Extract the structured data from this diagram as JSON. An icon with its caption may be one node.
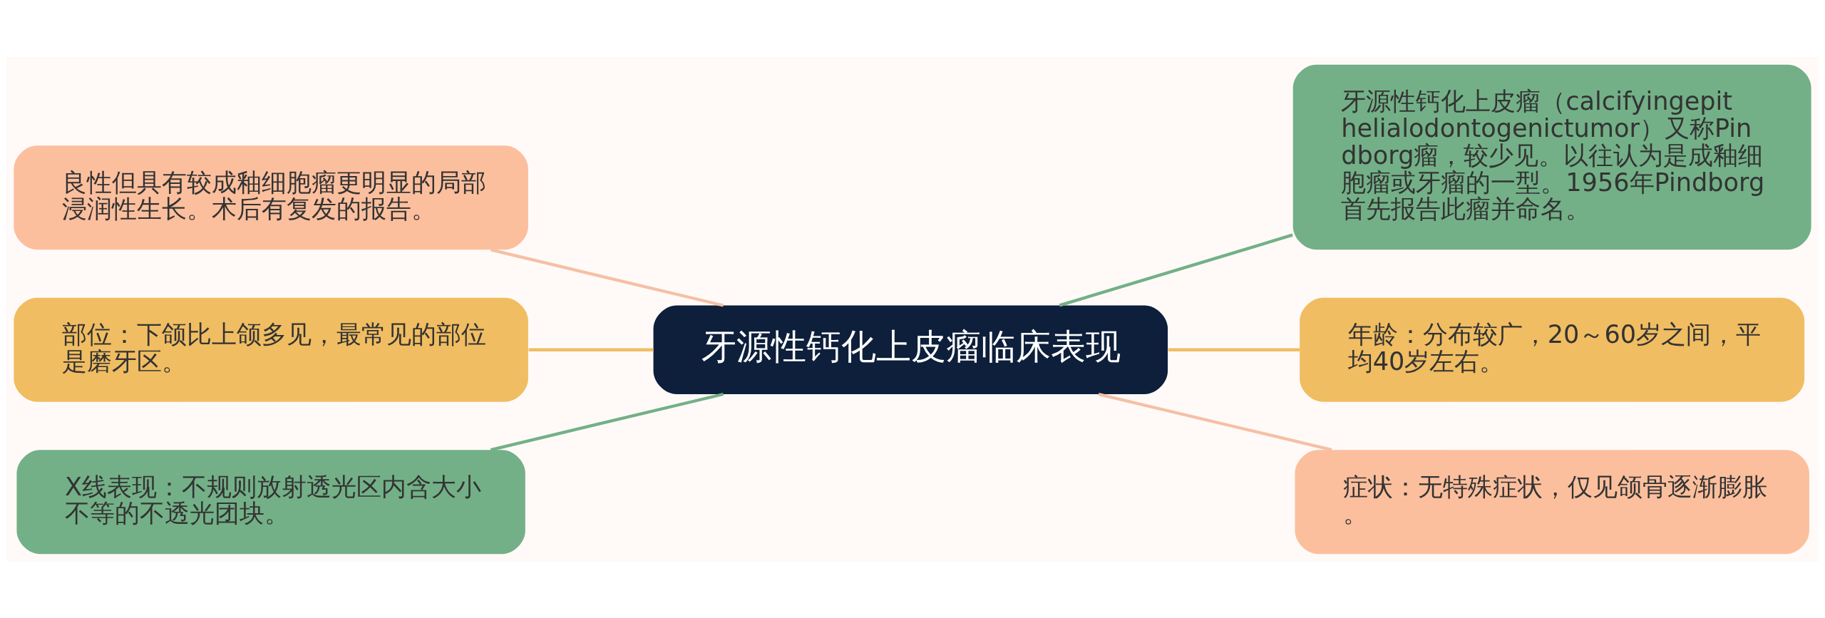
{
  "diagram": {
    "nodes": [
      {
        "text": [
          "牙源性钙化上皮瘤临床表现"
        ]
      },
      {
        "text": [
          "良性但具有较成釉细胞瘤更明显的局部浸润性生长。术后有复发的报告。"
        ]
      },
      {
        "text": [
          "部位：下颌比上颌多见，最常见的部位是磨牙区。"
        ]
      },
      {
        "text": [
          "X线表现：不规则放射透光区内含大小不等的不透光团块。"
        ]
      },
      {
        "text": [
          "牙源性钙化上皮瘤（calcifyingepithelialodontogenictumor）又称Pindborg瘤，较少见。以往认为是成釉细胞瘤或牙瘤的一型。1956年Pindborg首先报告此瘤并命名。"
        ]
      },
      {
        "text": [
          "年龄：分布较广，20～60岁之间，平均40岁左右。"
        ]
      },
      {
        "text": [
          "症状：无特殊症状，仅见颌骨逐渐膨胀。"
        ]
      }
    ],
    "edges": [
      {
        "from": 0,
        "to": 1,
        "arrow": "none",
        "color": "#f5c0a5"
      },
      {
        "from": 0,
        "to": 2,
        "arrow": "none",
        "color": "#f0bd62"
      },
      {
        "from": 0,
        "to": 3,
        "arrow": "none",
        "color": "#73b087"
      },
      {
        "from": 0,
        "to": 4,
        "arrow": "none",
        "color": "#73b087"
      },
      {
        "from": 0,
        "to": 5,
        "arrow": "none",
        "color": "#f0bd62"
      },
      {
        "from": 0,
        "to": 6,
        "arrow": "none",
        "color": "#f5c0a5"
      }
    ]
  }
}
